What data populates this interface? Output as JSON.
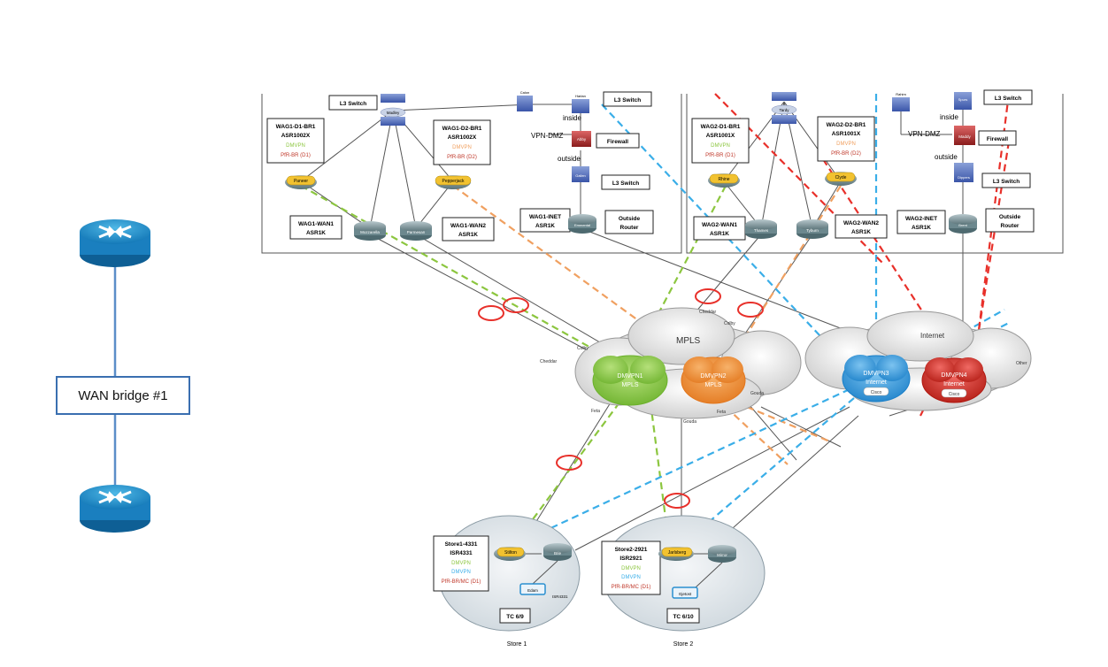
{
  "bridge": {
    "label": "WAN bridge #1"
  },
  "site1": {
    "l3_switch_top": "L3 Switch",
    "core_switch": "Madley",
    "br1": {
      "name": "WAG1-D1-BR1",
      "model": "ASR1002X",
      "dmvpn": "DMVPN",
      "pfr": "PfR-BR (D1)",
      "router": "Paneer"
    },
    "br2": {
      "name": "WAG1-D2-BR1",
      "model": "ASR1002X",
      "dmvpn": "DMVPN",
      "pfr": "PfR-BR (D2)",
      "router": "Pepperjack"
    },
    "wan1": {
      "name": "WAG1-WAN1",
      "model": "ASR1K",
      "router": "Mozzarella"
    },
    "wan2": {
      "name": "WAG1-WAN2",
      "model": "ASR1K",
      "router": "Parmesan"
    },
    "inet": {
      "name": "WAG1-INET",
      "model": "ASR1K",
      "router": "Emmental"
    },
    "l3_switch_right": "L3 Switch",
    "firewall": "Firewall",
    "firewall_device": "Abby",
    "inside": "inside",
    "outside": "outside",
    "vpn_dmz": "VPN-DMZ",
    "l3_switch_lower": "L3 Switch",
    "outside_router": [
      "Outside",
      "Router"
    ],
    "small_switch_a": "Calon",
    "small_switch_b": "Harlan",
    "small_switch_c": "Gallen"
  },
  "site2": {
    "core_switch": "Tardy",
    "br1": {
      "name": "WAG2-D1-BR1",
      "model": "ASR1001X",
      "dmvpn": "DMVPN",
      "pfr": "PfR-BR (D1)",
      "router": "Rhine"
    },
    "br2": {
      "name": "WAG2-D2-BR1",
      "model": "ASR1001X",
      "dmvpn": "DMVPN",
      "pfr": "PfR-BR (D2)",
      "router": "Clyde"
    },
    "wan1": {
      "name": "WAG2-WAN1",
      "model": "ASR1K",
      "router": "Thames"
    },
    "wan2": {
      "name": "WAG2-WAN2",
      "model": "ASR1K",
      "router": "Tyburn"
    },
    "inet": {
      "name": "WAG2-INET",
      "model": "ASR1K",
      "router": "Brent"
    },
    "l3_switch_top": "L3 Switch",
    "firewall": "Firewall",
    "firewall_device": "Maddy",
    "inside": "inside",
    "outside": "outside",
    "vpn_dmz": "VPN-DMZ",
    "l3_switch_lower": "L3 Switch",
    "outside_router": [
      "Outside",
      "Router"
    ],
    "small_switch_a": "Rahim",
    "small_switch_b": "Spurs",
    "small_switch_c": "Dippers"
  },
  "clouds": {
    "mpls": "MPLS",
    "internet": "Internet",
    "dmvpn1": [
      "DMVPN1",
      "MPLS"
    ],
    "dmvpn2": [
      "DMVPN2",
      "MPLS"
    ],
    "dmvpn3": [
      "DMVPN3",
      "Internet"
    ],
    "dmvpn4": [
      "DMVPN4",
      "Internet"
    ],
    "cisco_tag": "Cisco",
    "other": "Other",
    "labels": {
      "cheddar": "Cheddar",
      "cheddar2": "Cheddar",
      "gouda": "Gouda",
      "gouda2": "Gouda",
      "feta": "Feta",
      "feta2": "Feta",
      "colby": "Colby",
      "colby2": "Colby"
    }
  },
  "store1": {
    "name": "Store1-4331",
    "model": "ISR4331",
    "dmvpn_a": "DMVPN",
    "dmvpn_b": "DMVPN",
    "pfr": "PfR-BR/MC (D1)",
    "router": "Stilton",
    "router2": "Brie",
    "switch": "Edam",
    "extra": "ISR4331",
    "tc": "TC 6/9",
    "label": "Store 1"
  },
  "store2": {
    "name": "Store2-2921",
    "model": "ISR2921",
    "dmvpn_a": "DMVPN",
    "dmvpn_b": "DMVPN",
    "pfr": "PfR-BR/MC (D1)",
    "router": "Jarlsberg",
    "router2": "Mirror",
    "switch": "Gjetost",
    "tc": "TC 6/10",
    "label": "Store 2"
  },
  "colors": {
    "green": "#8cc63f",
    "orange": "#f0a060",
    "blue": "#3aaee8",
    "red": "#e8302a",
    "router_blue": "#1e93cf"
  }
}
